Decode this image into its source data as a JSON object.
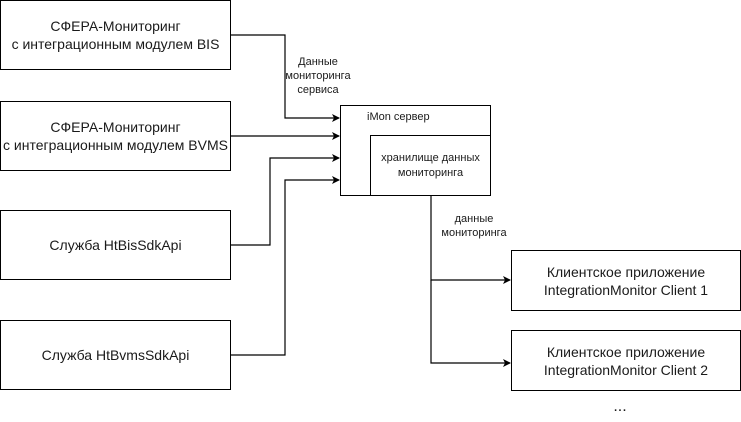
{
  "nodes": {
    "source_bis": "СФЕРА-Мониторинг\nс интеграционным модулем BIS",
    "source_bvms": "СФЕРА-Мониторинг\nс интеграционным модулем BVMS",
    "service_bis": "Служба HtBisSdkApi",
    "service_bvms": "Служба HtBvmsSdkApi",
    "server": "iMon сервер",
    "storage": "хранилище данных\nмониторинга",
    "client1": "Клиентское приложение\nIntegrationMonitor Client 1",
    "client2": "Клиентское приложение\nIntegrationMonitor Client 2"
  },
  "edge_labels": {
    "service_data": "Данные\nмониторинга\nсервиса",
    "monitoring_data": "данные\nмониторинга"
  },
  "ellipsis": "..."
}
